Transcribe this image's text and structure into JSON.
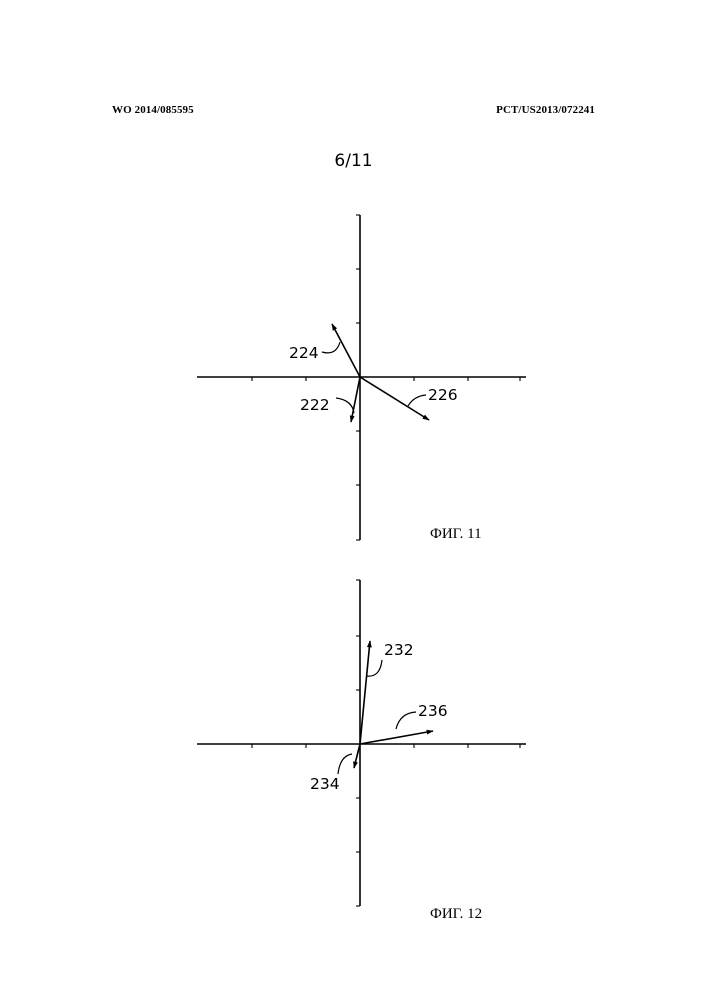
{
  "header": {
    "left": "WO 2014/085595",
    "right": "PCT/US2013/072241"
  },
  "page_number": "6/11",
  "figures": [
    {
      "caption": "ФИГ. 11",
      "labels": [
        "224",
        "222",
        "226"
      ]
    },
    {
      "caption": "ФИГ. 12",
      "labels": [
        "232",
        "236",
        "234"
      ]
    }
  ]
}
